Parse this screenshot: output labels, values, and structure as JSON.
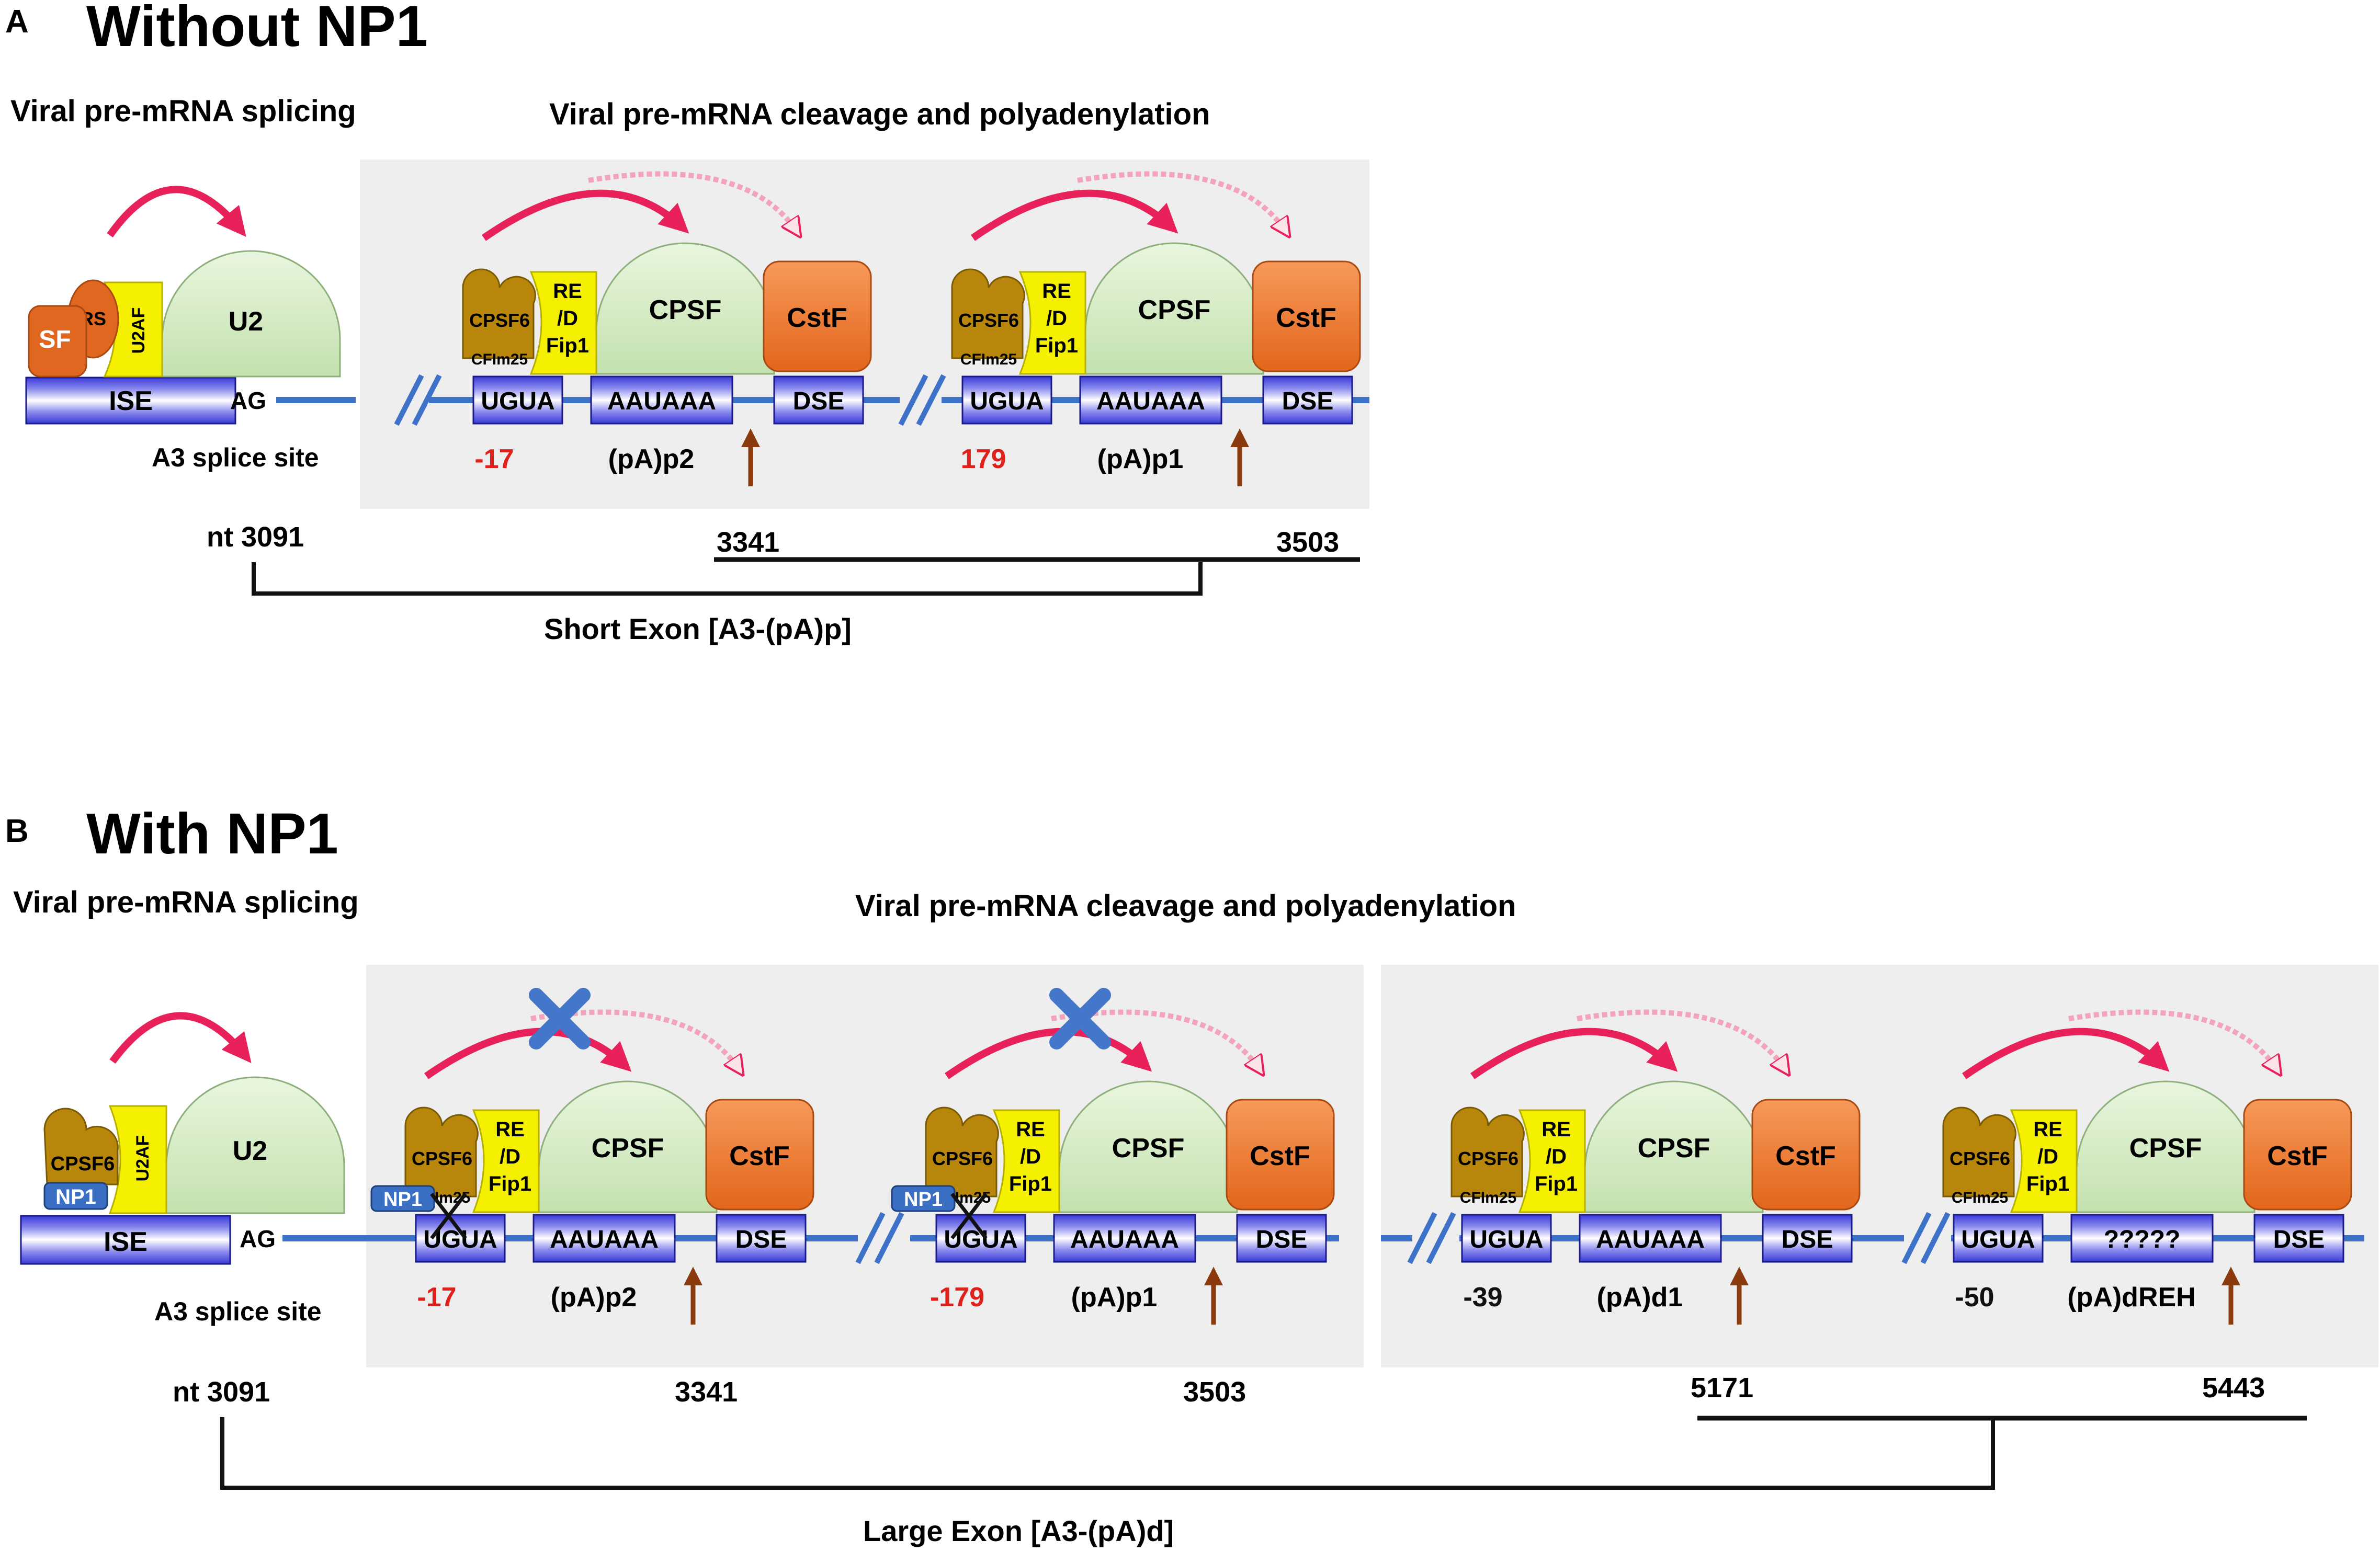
{
  "panel_a": {
    "letter": "A",
    "title": "Without NP1",
    "splicing_heading": "Viral pre-mRNA splicing",
    "polyadenylation_heading": "Viral pre-mRNA cleavage and polyadenylation",
    "splice_complex": {
      "sf": "SF",
      "rs": "RS",
      "u2af": "U2AF",
      "u2": "U2",
      "ise": "ISE",
      "ag": "AG",
      "site_label": "A3 splice site"
    },
    "sites": [
      {
        "cpsf6": "CPSF6",
        "cfim25": "CFIm25",
        "fip1": "RE\n/D\nFip1",
        "cpsf": "CPSF",
        "cstf": "CstF",
        "ugua": "UGUA",
        "signal": "AAUAAA",
        "dse": "DSE",
        "distance": "-17",
        "name": "(pA)p2"
      },
      {
        "cpsf6": "CPSF6",
        "cfim25": "CFIm25",
        "fip1": "RE\n/D\nFip1",
        "cpsf": "CPSF",
        "cstf": "CstF",
        "ugua": "UGUA",
        "signal": "AAUAAA",
        "dse": "DSE",
        "distance": "179",
        "name": "(pA)p1"
      }
    ],
    "coordinates": {
      "start": "nt 3091",
      "p2": "3341",
      "p1": "3503"
    },
    "exon_label": "Short Exon [A3-(pA)p]"
  },
  "panel_b": {
    "letter": "B",
    "title": "With NP1",
    "splicing_heading": "Viral pre-mRNA splicing",
    "polyadenylation_heading": "Viral pre-mRNA cleavage and polyadenylation",
    "splice_complex": {
      "np1": "NP1",
      "cpsf6": "CPSF6",
      "u2af": "U2AF",
      "u2": "U2",
      "ise": "ISE",
      "ag": "AG",
      "site_label": "A3 splice site"
    },
    "sites": [
      {
        "np1": "NP1",
        "cpsf6": "CPSF6",
        "cfim25": "CFIm25",
        "fip1": "RE\n/D\nFip1",
        "cpsf": "CPSF",
        "cstf": "CstF",
        "ugua": "UGUA",
        "signal": "AAUAAA",
        "dse": "DSE",
        "distance": "-17",
        "name": "(pA)p2"
      },
      {
        "np1": "NP1",
        "cpsf6": "CPSF6",
        "cfim25": "CFIm25",
        "fip1": "RE\n/D\nFip1",
        "cpsf": "CPSF",
        "cstf": "CstF",
        "ugua": "UGUA",
        "signal": "AAUAAA",
        "dse": "DSE",
        "distance": "-179",
        "name": "(pA)p1"
      },
      {
        "cpsf6": "CPSF6",
        "cfim25": "CFIm25",
        "fip1": "RE\n/D\nFip1",
        "cpsf": "CPSF",
        "cstf": "CstF",
        "ugua": "UGUA",
        "signal": "AAUAAA",
        "dse": "DSE",
        "distance": "-39",
        "name": "(pA)d1"
      },
      {
        "cpsf6": "CPSF6",
        "cfim25": "CFIm25",
        "fip1": "RE\n/D\nFip1",
        "cpsf": "CPSF",
        "cstf": "CstF",
        "ugua": "UGUA",
        "signal": "?????",
        "dse": "DSE",
        "distance": "-50",
        "name": "(pA)dREH"
      }
    ],
    "coordinates": {
      "start": "nt 3091",
      "p2": "3341",
      "p1": "3503",
      "d1": "5171",
      "dreh": "5443"
    },
    "exon_label": "Large Exon [A3-(pA)d]"
  },
  "colors": {
    "rna_line": "#3d72c8",
    "u2_cpsf": "#d4ebc4",
    "cstf": "#f07a2e",
    "adaptor_yellow": "#f4f000",
    "cpsf6_gold": "#b8860b",
    "arrow": "#e8215a",
    "cleavage_arrow": "#8b3a0e",
    "red_text": "#e0201b",
    "np1_blue": "#3b6fc4",
    "block_x": "#4477c9",
    "shaded_box": "#eeeeee"
  }
}
